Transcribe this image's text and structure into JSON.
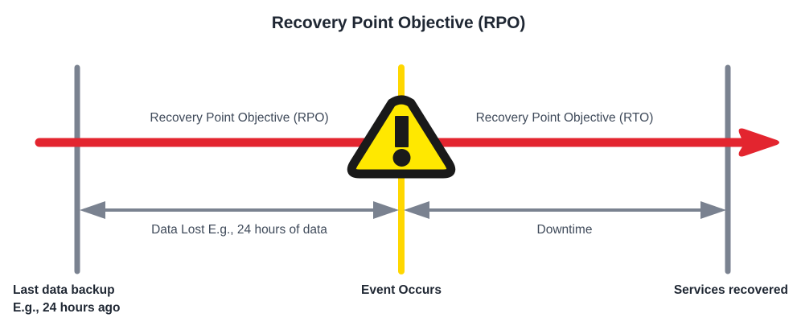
{
  "diagram": {
    "title": "Recovery Point Objective (RPO)",
    "colors": {
      "title_text": "#1f2733",
      "body_text": "#3f4a5a",
      "timeline_red": "#E3252F",
      "marker_gray": "#7A8290",
      "event_yellow": "#FFD700",
      "warning_fill": "#FFE800",
      "warning_stroke": "#1a1a1a",
      "background": "#ffffff"
    },
    "spans": [
      {
        "id": "rpo",
        "top_label": "Recovery Point Objective (RPO)",
        "bottom_label": "Data Lost E.g., 24 hours of data"
      },
      {
        "id": "rto",
        "top_label": "Recovery Point Objective (RTO)",
        "bottom_label": "Downtime"
      }
    ],
    "endpoints": [
      {
        "id": "last-backup",
        "line1": "Last data backup",
        "line2": "E.g., 24 hours ago"
      },
      {
        "id": "event",
        "line1": "Event Occurs"
      },
      {
        "id": "services-recovered",
        "line1": "Services recovered"
      }
    ],
    "icons": {
      "warning": "warning-triangle-icon",
      "timeline_arrow": "timeline-arrow-icon"
    }
  }
}
